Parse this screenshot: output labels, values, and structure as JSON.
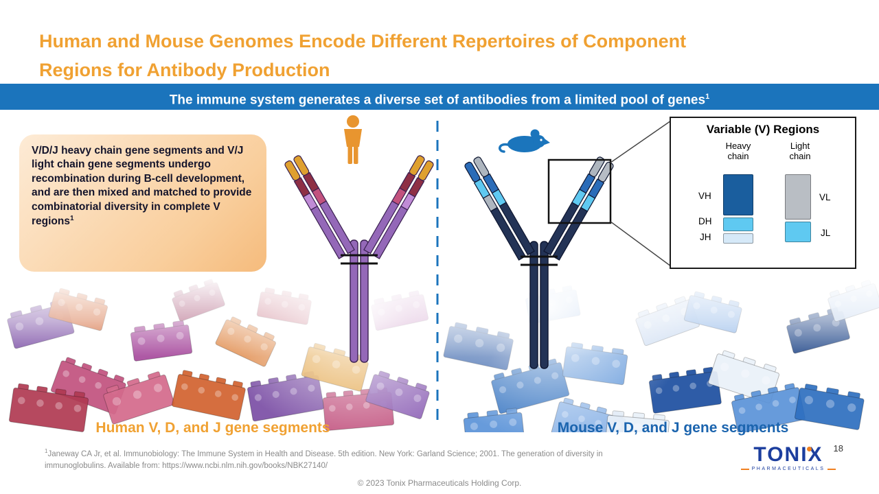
{
  "slide": {
    "title_line1": "Human and Mouse Genomes Encode Different Repertoires of Component",
    "title_line2": "Regions for Antibody Production"
  },
  "banner": {
    "text": "The immune system generates a diverse set of antibodies from a limited pool of genes",
    "sup": "1"
  },
  "callout": {
    "text": "V/D/J heavy chain gene segments and V/J light chain gene segments undergo recombination during B-cell development, and are then mixed and matched to provide combinatorial diversity in complete V regions",
    "sup": "1"
  },
  "icons": {
    "human": "person-icon",
    "mouse": "mouse-icon"
  },
  "variable_regions": {
    "title": "Variable (V) Regions",
    "columns": [
      {
        "name": "Heavy\nchain",
        "label_side": "left",
        "segments": [
          {
            "label": "VH",
            "color": "#1A5E9E"
          },
          {
            "label": "DH",
            "color": "#5FC9F1"
          },
          {
            "label": "JH",
            "color": "#D6E9F8"
          }
        ]
      },
      {
        "name": "Light\nchain",
        "label_side": "right",
        "segments": [
          {
            "label": "VL",
            "color": "#B9BEC4"
          },
          {
            "label": "JL",
            "color": "#5FC9F1"
          }
        ]
      }
    ]
  },
  "captions": {
    "human": "Human V, D, and J gene segments",
    "mouse": "Mouse V, D, and J gene segments"
  },
  "footer": {
    "footnote_sup": "1",
    "footnote_text": "Janeway CA Jr, et al. Immunobiology: The Immune System in Health and Disease. 5th edition. New York: Garland Science; 2001. The generation of diversity in immunoglobulins. Available from: https://www.ncbi.nlm.nih.gov/books/NBK27140/",
    "page_number": "18",
    "logo_name": "TONIX",
    "logo_subtitle": "PHARMACEUTICALS",
    "copyright": "© 2023 Tonix Pharmaceuticals Holding Corp."
  },
  "colors": {
    "title_orange": "#F0A132",
    "banner_blue": "#1B74BC",
    "mouse_caption_blue": "#1B64AE",
    "human_antibody_purple": "#9468B8",
    "mouse_antibody_navy": "#233356",
    "logo_blue": "#1C3E9E",
    "logo_orange": "#F08020"
  }
}
